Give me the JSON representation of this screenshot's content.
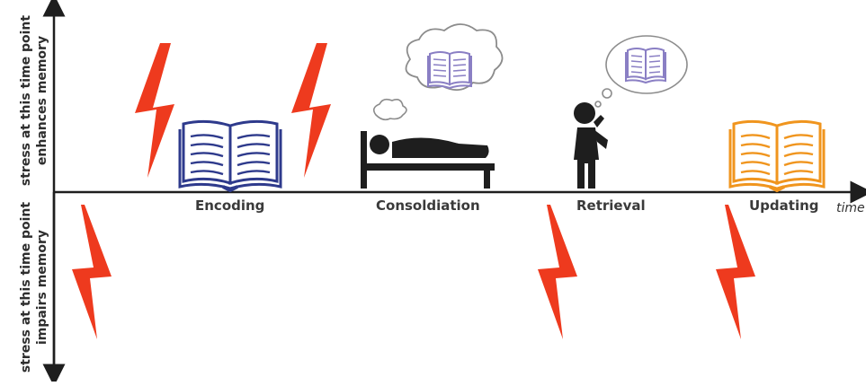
{
  "axis": {
    "x_label": "time",
    "y_upper_label_line1": "stress at this time point",
    "y_upper_label_line2": "enhances memory",
    "y_lower_label_line1": "stress at this time point",
    "y_lower_label_line2": "impairs memory"
  },
  "phases": {
    "encoding": "Encoding",
    "consolidation": "Consoldiation",
    "retrieval": "Retrieval",
    "updating": "Updating"
  },
  "colors": {
    "lightning": "#ee3a1e",
    "encoding_book": "#2e3a8c",
    "thought_book": "#8a7fc4",
    "updating_book": "#f0951e",
    "figure": "#1e1e1e",
    "axis": "#1e1e1e"
  },
  "icons": {
    "lightning": "lightning-bolt-icon",
    "book": "open-book-icon",
    "bed": "sleeping-person-bed-icon",
    "thinker": "thinking-person-icon",
    "thought": "thought-bubble-icon"
  }
}
